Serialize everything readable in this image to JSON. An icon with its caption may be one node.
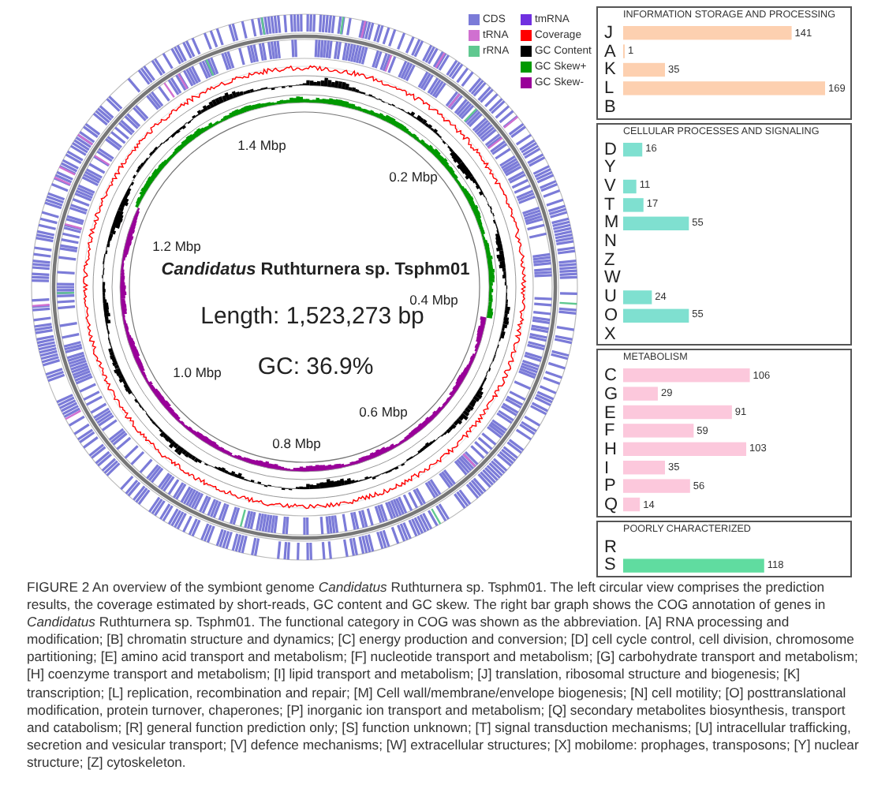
{
  "diagram": {
    "caption": "FIGURE 2 An overview of the symbiont genome *Candidatus* Ruthturnera sp. Tsphm01. The left circular view comprises the prediction results, the coverage estimated by short-reads, GC content and GC skew. The right bar graph shows the COG annotation of genes in *Candidatus* Ruthturnera sp. Tsphm01. The functional category in COG was shown as the abbreviation. [A] RNA processing and modification; [B] chromatin structure and dynamics; [C] energy production and conversion; [D] cell cycle control, cell division, chromosome partitioning; [E] amino acid transport and metabolism; [F] nucleotide transport and metabolism; [G] carbohydrate transport and metabolism; [H] coenzyme transport and metabolism; [I] lipid transport and metabolism; [J] translation, ribosomal structure and biogenesis; [K] transcription; [L] replication, recombination and repair; [M] Cell wall/membrane/envelope biogenesis; [N] cell motility; [O] posttranslational modification, protein turnover, chaperones; [P] inorganic ion transport and metabolism; [Q] secondary metabolites biosynthesis, transport and catabolism; [R] general function prediction only; [S] function unknown; [T] signal transduction mechanisms; [U] intracellular trafficking, secretion and vesicular transport; [V] defence mechanisms; [W] extracellular structures; [X] mobilome: prophages, transposons; [Y] nuclear structure; [Z] cytoskeleton.",
    "labels": [
      "1.4 Mbp",
      "0.2 Mbp",
      "1.2 Mbp",
      "*Candidatus* Ruthturnera sp. Tsphm01",
      "0.4 Mbp",
      "Length: 1,523,273 bp",
      "1.0 Mbp",
      "GC: 36.9%",
      "0.6 Mbp",
      "0.8 Mbp"
    ],
    "legend": [
      {
        "text": "CDS",
        "color": "#7b7bd8"
      },
      {
        "text": "tRNA",
        "color": "#d070d0"
      },
      {
        "text": "rRNA",
        "color": "#60c890"
      },
      {
        "text": "tmRNA",
        "color": "#7030e0"
      },
      {
        "text": "Coverage",
        "color": "#ff0000"
      },
      {
        "text": "GC Content",
        "color": "#000000"
      },
      {
        "text": "GC Skew+",
        "color": "#009900"
      },
      {
        "text": "GC Skew-",
        "color": "#990099"
      }
    ],
    "chart_data": {
      "type": "bar",
      "orientation": "horizontal",
      "data_labels": "value_labels",
      "categories": [
        "J",
        "A",
        "K",
        "L",
        "B",
        "D",
        "Y",
        "V",
        "T",
        "M",
        "N",
        "Z",
        "W",
        "U",
        "O",
        "X",
        "C",
        "G",
        "E",
        "F",
        "H",
        "I",
        "P",
        "Q",
        "R",
        "S"
      ],
      "series": [
        {
          "name": "INFORMATION STORAGE AND PROCESSING",
          "color": "#fdd0b0",
          "values": [
            141,
            1,
            35,
            169,
            0,
            null,
            null,
            null,
            null,
            null,
            null,
            null,
            null,
            null,
            null,
            null,
            null,
            null,
            null,
            null,
            null,
            null,
            null,
            null,
            null,
            null
          ],
          "value_labels": [
            "141",
            "1",
            "35",
            "169",
            null,
            null,
            null,
            null,
            null,
            null,
            null,
            null,
            null,
            null,
            null,
            null,
            null,
            null,
            null,
            null,
            null,
            null,
            null,
            null,
            null,
            null
          ]
        },
        {
          "name": "CELLULAR PROCESSES AND SIGNALING",
          "color": "#7fe0d0",
          "values": [
            null,
            null,
            null,
            null,
            null,
            16,
            0,
            11,
            17,
            55,
            0,
            0,
            0,
            24,
            55,
            0,
            null,
            null,
            null,
            null,
            null,
            null,
            null,
            null,
            null,
            null
          ],
          "value_labels": [
            null,
            null,
            null,
            null,
            null,
            "16",
            null,
            "11",
            "17",
            "55",
            null,
            null,
            null,
            "24",
            "55",
            null,
            null,
            null,
            null,
            null,
            null,
            null,
            null,
            null,
            null,
            null
          ]
        },
        {
          "name": "METABOLISM",
          "color": "#fcc8dc",
          "values": [
            null,
            null,
            null,
            null,
            null,
            null,
            null,
            null,
            null,
            null,
            null,
            null,
            null,
            null,
            null,
            null,
            106,
            29,
            91,
            59,
            103,
            35,
            56,
            14,
            null,
            null
          ],
          "value_labels": [
            null,
            null,
            null,
            null,
            null,
            null,
            null,
            null,
            null,
            null,
            null,
            null,
            null,
            null,
            null,
            null,
            "106",
            "29",
            "91",
            "59",
            "103",
            "35",
            "56",
            "14",
            null,
            null
          ]
        },
        {
          "name": "POORLY CHARACTERIZED",
          "color": "#60dca0",
          "values": [
            null,
            null,
            null,
            null,
            null,
            null,
            null,
            null,
            null,
            null,
            null,
            null,
            null,
            null,
            null,
            null,
            null,
            null,
            null,
            null,
            null,
            null,
            null,
            null,
            0,
            118
          ],
          "value_labels": [
            null,
            null,
            null,
            null,
            null,
            null,
            null,
            null,
            null,
            null,
            null,
            null,
            null,
            null,
            null,
            null,
            null,
            null,
            null,
            null,
            null,
            null,
            null,
            null,
            null,
            "118"
          ]
        }
      ]
    }
  }
}
